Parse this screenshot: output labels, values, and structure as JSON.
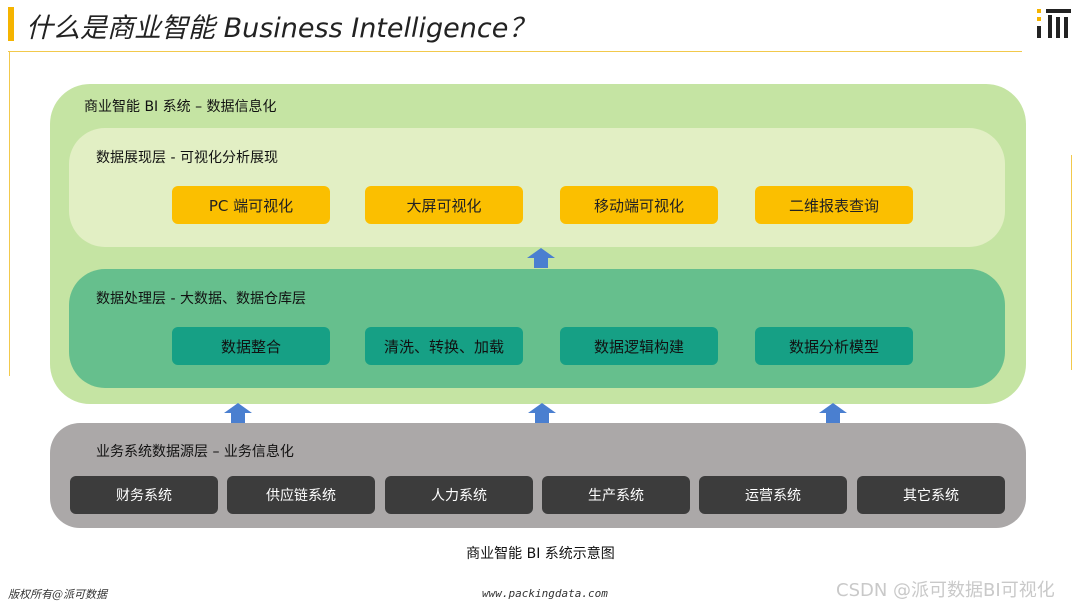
{
  "header": {
    "title": "什么是商业智能 Business Intelligence？"
  },
  "diagram": {
    "outer_label": "商业智能 BI 系统 – 数据信息化",
    "presentation": {
      "label": "数据展现层 - 可视化分析展现",
      "items": [
        "PC 端可视化",
        "大屏可视化",
        "移动端可视化",
        "二维报表查询"
      ]
    },
    "processing": {
      "label": "数据处理层 - 大数据、数据仓库层",
      "items": [
        "数据整合",
        "清洗、转换、加载",
        "数据逻辑构建",
        "数据分析模型"
      ]
    },
    "source": {
      "label": "业务系统数据源层 – 业务信息化",
      "items": [
        "财务系统",
        "供应链系统",
        "人力系统",
        "生产系统",
        "运营系统",
        "其它系统"
      ]
    },
    "caption": "商业智能 BI 系统示意图"
  },
  "footer": {
    "copyright": "版权所有@派可数据",
    "url": "www.packingdata.com",
    "watermark": "CSDN @派可数据BI可视化"
  },
  "colors": {
    "accent": "#f5b400",
    "outer": "#c5e4a3",
    "presentation_bg": "#e2efc4",
    "processing_bg": "#66bf8d",
    "source_bg": "#aba8a8",
    "chip_yellow": "#fbbf00",
    "chip_green": "#16a085",
    "chip_dark": "#3c3c3c",
    "arrow": "#4a7fd0"
  },
  "icons": {
    "logo": "pai-logo-icon",
    "arrow": "arrow-up-icon"
  }
}
